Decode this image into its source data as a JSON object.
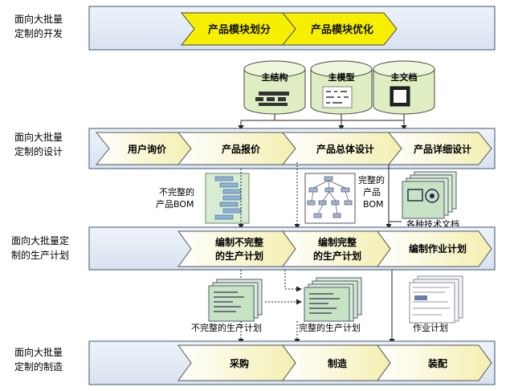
{
  "rows": [
    {
      "label_lines": [
        "面向大批量",
        "定制的开发"
      ]
    },
    {
      "label_lines": [
        "面向大批量",
        "定制的设计"
      ]
    },
    {
      "label_lines": [
        "面向大批量定",
        "制的生产计划"
      ]
    },
    {
      "label_lines": [
        "面向大批量",
        "定制的制造"
      ]
    }
  ],
  "dev_steps": [
    "产品模块划分",
    "产品模块优化"
  ],
  "databases": [
    "主结构",
    "主模型",
    "主文档"
  ],
  "design_steps": [
    "用户询价",
    "产品报价",
    "产品总体设计",
    "产品详细设计"
  ],
  "design_artifacts": {
    "incomplete_bom_lines": [
      "不完整的",
      "产品BOM"
    ],
    "complete_bom_lines": [
      "完整的",
      "产品",
      "BOM"
    ],
    "tech_docs": "各种技术文档"
  },
  "planning_steps": [
    {
      "lines": [
        "编制不完整",
        "的生产计划"
      ]
    },
    {
      "lines": [
        "编制完整",
        "的生产计划"
      ]
    },
    {
      "lines": [
        "编制作业计划"
      ]
    }
  ],
  "planning_artifacts": [
    "不完整的生产计划",
    "完整的生产计划",
    "作业计划"
  ],
  "mfg_steps": [
    "采购",
    "制造",
    "装配"
  ],
  "colors": {
    "band_fill": "#e6edf6",
    "band_stroke": "#5a6f8e",
    "chevron_fill_light": "#fefbe0",
    "chevron_fill_yellow": "#f6f000",
    "db_fill": "#dfeec2",
    "doc_fill": "#d8ecd4"
  }
}
